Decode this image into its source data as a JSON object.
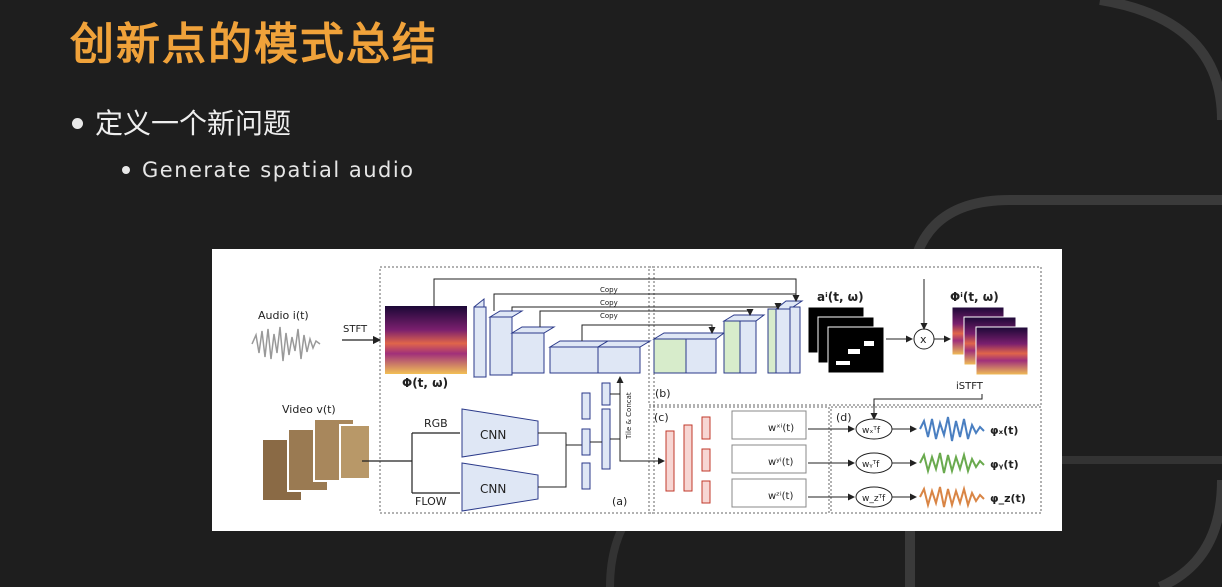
{
  "slide": {
    "title": "创新点的模式总结",
    "bullet_level1": "定义一个新问题",
    "bullet_level2": "Generate spatial audio"
  },
  "figure": {
    "input_audio_label": "Audio i(t)",
    "stft_label": "STFT",
    "spectrogram_label": "Φ(t, ω)",
    "input_video_label": "Video v(t)",
    "rgb_label": "RGB",
    "flow_label": "FLOW",
    "cnn_label": "CNN",
    "copy_label": "Copy",
    "tile_concat_label": "Tile & Concat",
    "mask_label": "aⁱ(t, ω)",
    "multiply_label": "x",
    "output_spec_label": "Φⁱ(t, ω)",
    "istft_label": "iSTFT",
    "panel_a": "(a)",
    "panel_b": "(b)",
    "panel_c": "(c)",
    "panel_d": "(d)",
    "weights": [
      "wˣⁱ(t)",
      "wʸⁱ(t)",
      "wᶻⁱ(t)"
    ],
    "weight_ops": [
      "wₓᵀf",
      "wᵧᵀf",
      "w_zᵀf"
    ],
    "outputs": [
      "φₓ(t)",
      "φᵧ(t)",
      "φ_z(t)"
    ],
    "colors": {
      "title": "#f0a23a",
      "encoder_block": "#dfe7f5",
      "decoder_block": "#d7eccb",
      "fc_layer": "#f7d6d3",
      "out_x": "#4a7fc1",
      "out_y": "#6aaa4e",
      "out_z": "#d98545"
    }
  }
}
